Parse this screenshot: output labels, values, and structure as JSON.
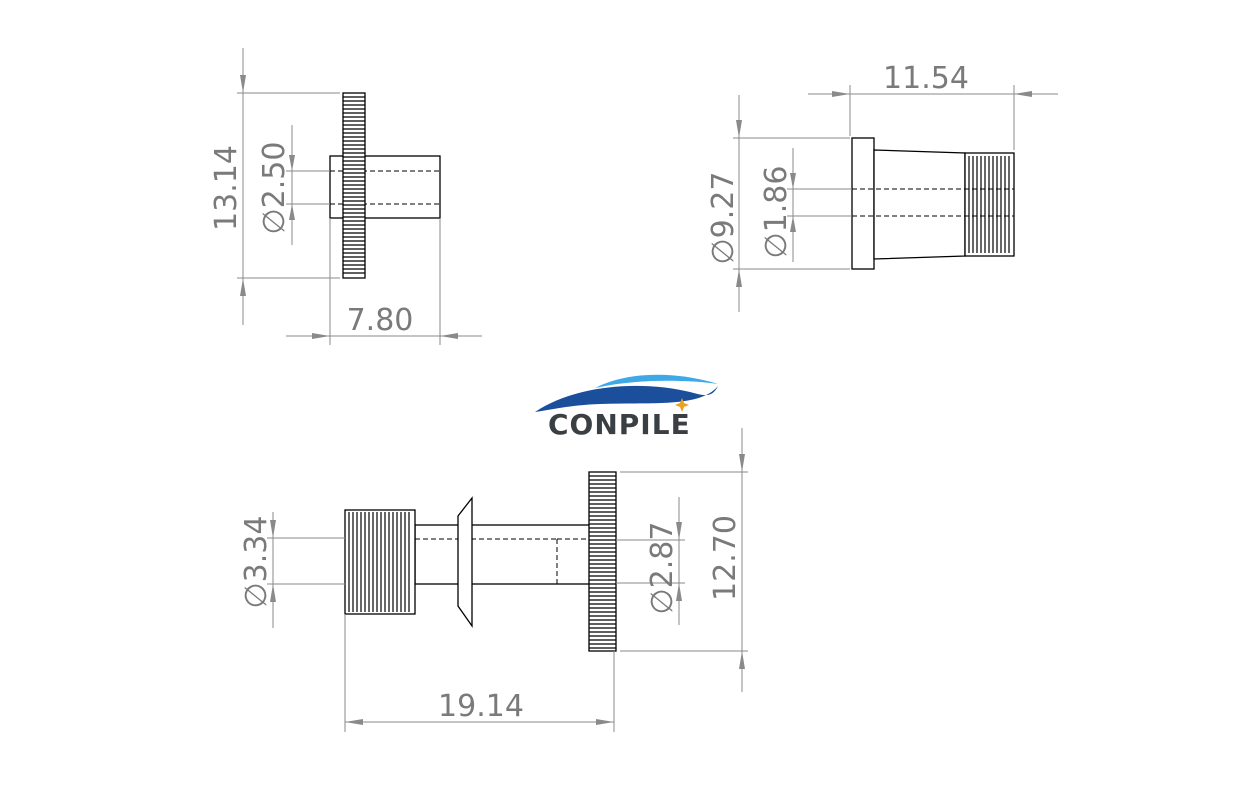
{
  "views": {
    "top_left": {
      "height_dim": "13.14",
      "bore_dim": "2.50",
      "length_dim": "7.80"
    },
    "top_right": {
      "length_dim": "11.54",
      "outer_dia_dim": "9.27",
      "bore_dim": "1.86"
    },
    "bottom": {
      "spline_dia_dim": "3.34",
      "length_dim": "19.14",
      "bore_dim": "2.87",
      "gear_dia_dim": "12.70"
    }
  },
  "diameter_symbol": "∅",
  "logo": {
    "text": "CONPILE",
    "colors": {
      "wave_dark": "#1b4f9c",
      "wave_light": "#3fa9e8",
      "text": "#3a3f44",
      "star": "#f0a020"
    }
  },
  "colors": {
    "dimension": "#7a7a7a",
    "outline": "#000000",
    "background": "#ffffff"
  }
}
